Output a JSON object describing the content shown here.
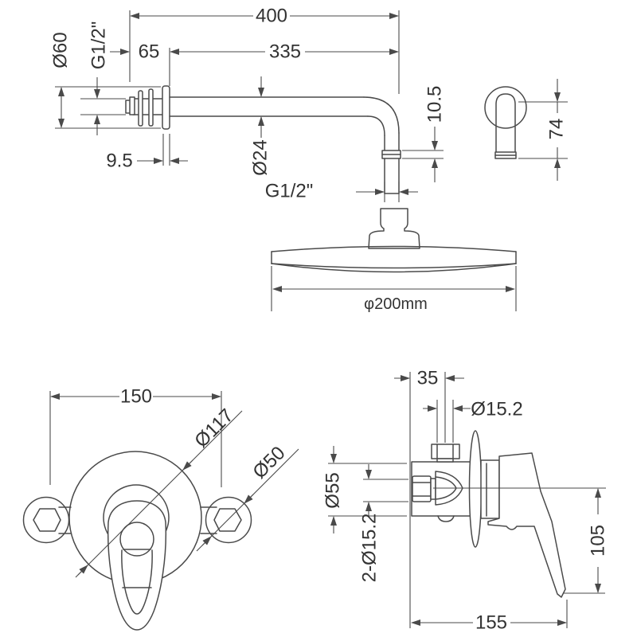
{
  "meta": {
    "background_color": "#ffffff",
    "line_color": "#4a4a4a",
    "text_color": "#333333",
    "drawing_type": "shower arm, shower head and mixer valve dimensional drawing"
  },
  "views": {
    "arm_front": {
      "labels": {
        "length_total": "400",
        "length_wall": "65",
        "length_arm": "335",
        "flange_diameter": "Ø60",
        "thread_wall": "G1/2\"",
        "flange_thickness": "9.5",
        "tube_diameter": "Ø24",
        "collar_height": "10.5",
        "thread_outlet": "G1/2\""
      }
    },
    "arm_side": {
      "labels": {
        "drop_height": "74"
      }
    },
    "head": {
      "labels": {
        "head_diameter": "φ200mm"
      }
    },
    "mixer_front": {
      "labels": {
        "centre_distance": "150",
        "body_diameter": "Ø117",
        "flange_diameter": "Ø50"
      }
    },
    "mixer_side": {
      "labels": {
        "outlet_offset": "35",
        "outlet_diameter": "Ø15.2",
        "body_height": "Ø55",
        "inlet_diameters": "2-Ø15.2",
        "handle_drop": "105",
        "depth_total": "155"
      }
    }
  }
}
